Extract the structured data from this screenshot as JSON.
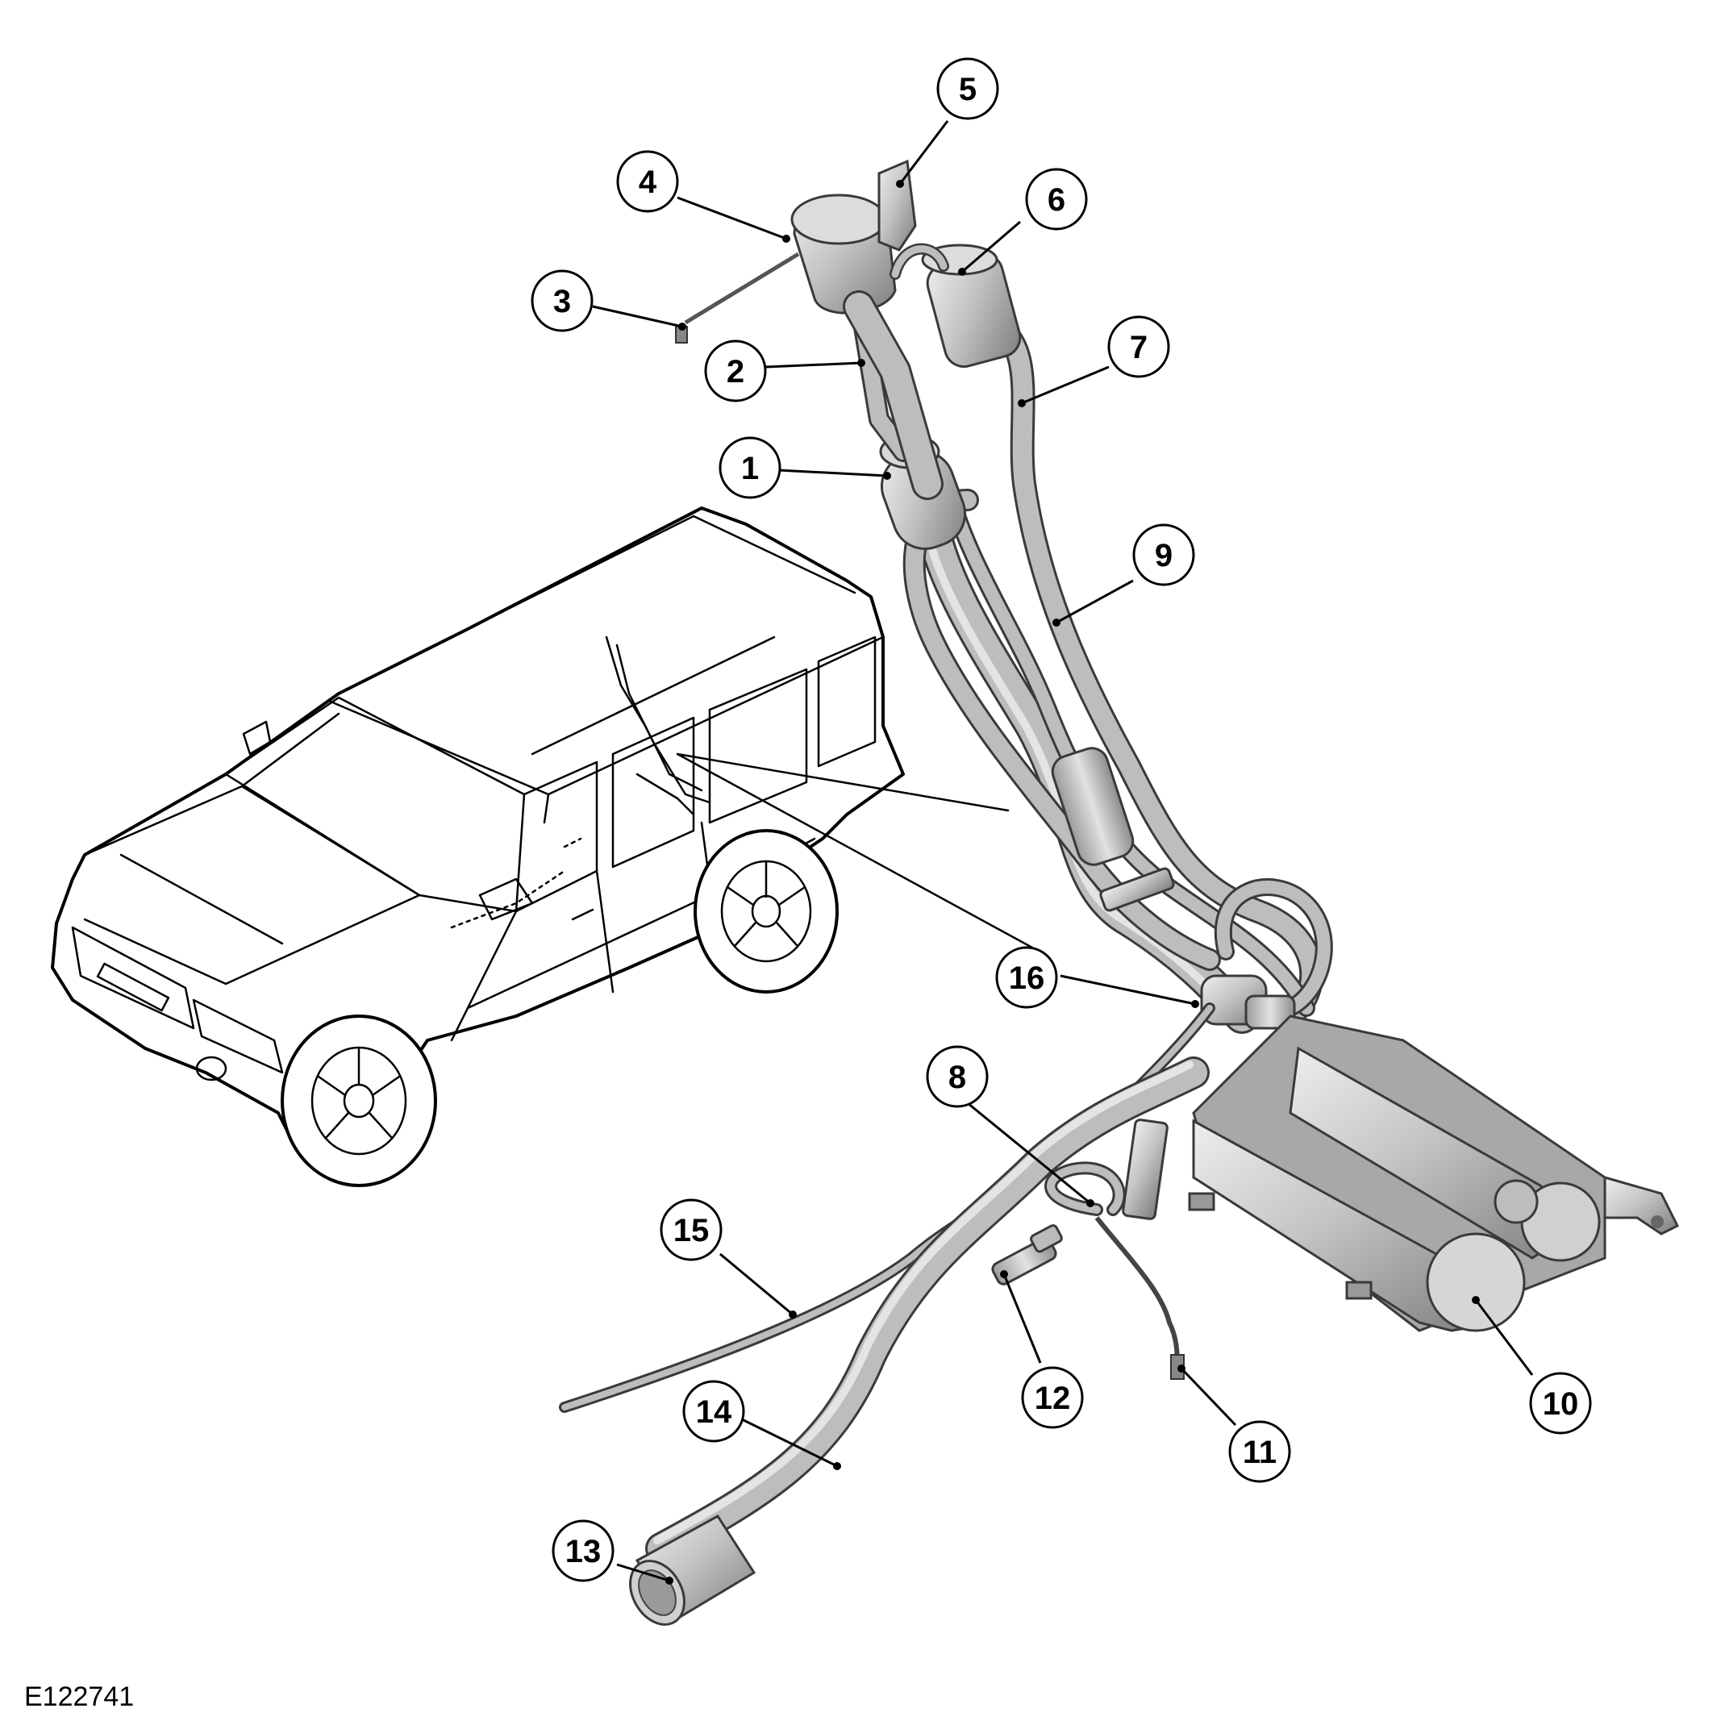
{
  "figure_id": "E122741",
  "callouts": [
    {
      "label": "1"
    },
    {
      "label": "2"
    },
    {
      "label": "3"
    },
    {
      "label": "4"
    },
    {
      "label": "5"
    },
    {
      "label": "6"
    },
    {
      "label": "7"
    },
    {
      "label": "8"
    },
    {
      "label": "9"
    },
    {
      "label": "10"
    },
    {
      "label": "11"
    },
    {
      "label": "12"
    },
    {
      "label": "13"
    },
    {
      "label": "14"
    },
    {
      "label": "15"
    },
    {
      "label": "16"
    }
  ],
  "colors": {
    "part_fill": "#c8c8c8",
    "part_shadow": "#8a8a8a",
    "outline": "#000000",
    "background": "#ffffff"
  }
}
